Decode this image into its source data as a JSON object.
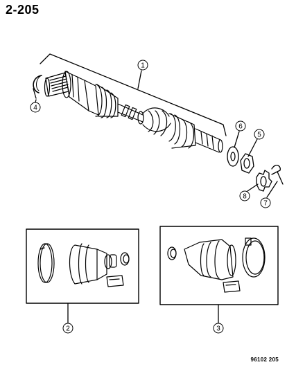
{
  "page_label": "2-205",
  "figure_code": "96102 205",
  "callouts": {
    "c1": "1",
    "c2": "2",
    "c3": "3",
    "c4": "4",
    "c5": "5",
    "c6": "6",
    "c7": "7",
    "c8": "8"
  }
}
